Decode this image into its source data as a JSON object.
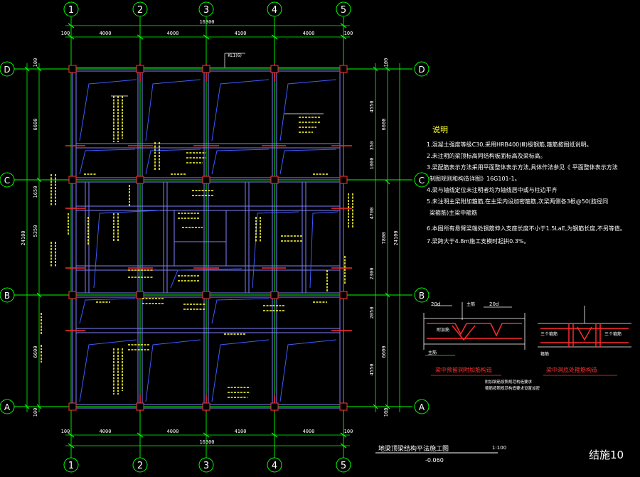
{
  "drawing": {
    "axes_vertical": [
      "1",
      "2",
      "3",
      "4",
      "5"
    ],
    "axes_horizontal": [
      "D",
      "C",
      "B",
      "A"
    ],
    "top_dims": [
      "100",
      "4000",
      "4000",
      "4100",
      "4000",
      "100"
    ],
    "top_total": "16300",
    "bottom_dims": [
      "100",
      "4000",
      "4000",
      "4100",
      "4000",
      "100"
    ],
    "bottom_total": "16300",
    "left_dims": {
      "d_c": "6600",
      "c_b": "5350",
      "b_a": "6600",
      "end": "100",
      "total": "24100",
      "mid": "1650"
    },
    "right_dims": {
      "d_seg1": "4550",
      "d_seg2": "350",
      "d_seg3": "1000",
      "c_seg1": "4700",
      "c_seg2": "2300",
      "b_seg1": "2050",
      "b_seg2": "4550",
      "outer": [
        "6600",
        "7800",
        "6600"
      ],
      "total": "24100",
      "end": "100"
    },
    "slab_label": "KL1(6)",
    "title": "地梁顶梁结构平法施工图",
    "scale": "1:100",
    "elevation": "-0.060",
    "sheet": "结施10"
  },
  "notes": {
    "heading": "说明",
    "lines": [
      "1.混凝土强度等级C30,采用HRB400(Ⅲ)级钢筋,箍筋按图纸说明。",
      "2.未注明的梁顶标高同结构板面标高及梁标高。",
      "3.梁配筋表示方法采用平面整体表示方法,具体作法参见《 平面整体表示方法",
      "制图规则和构造详图》16G101-1。",
      "4.梁与轴线定位未注明者均为轴线居中或与柱边平齐",
      "5.未注明主梁附加箍筋,在主梁内设加密箍筋,次梁两侧各3根@50(肢径同",
      "梁箍筋)主梁中箍筋",
      "6.本图所有悬臂梁端处钢筋伸入支座长度不小于1.5LaE,为钢筋长度,不另等值。",
      "7.梁跨大于4.8m施工支模时起拱0.3%。"
    ]
  },
  "details": {
    "left_caption": "梁中预留洞附加筋构造",
    "right_caption": "梁中洞底处箍筋构造",
    "dim_a": "20d",
    "dim_b": "20d",
    "label_a": "主筋",
    "label_b": "附加筋",
    "label_c": "主筋",
    "label_d": "三个箍筋",
    "label_e": "三个箍筋",
    "label_f": "箍筋",
    "note1": "附加钢筋按照规范构造要求",
    "note2": "箍筋按照规范构造要求设置加密"
  }
}
